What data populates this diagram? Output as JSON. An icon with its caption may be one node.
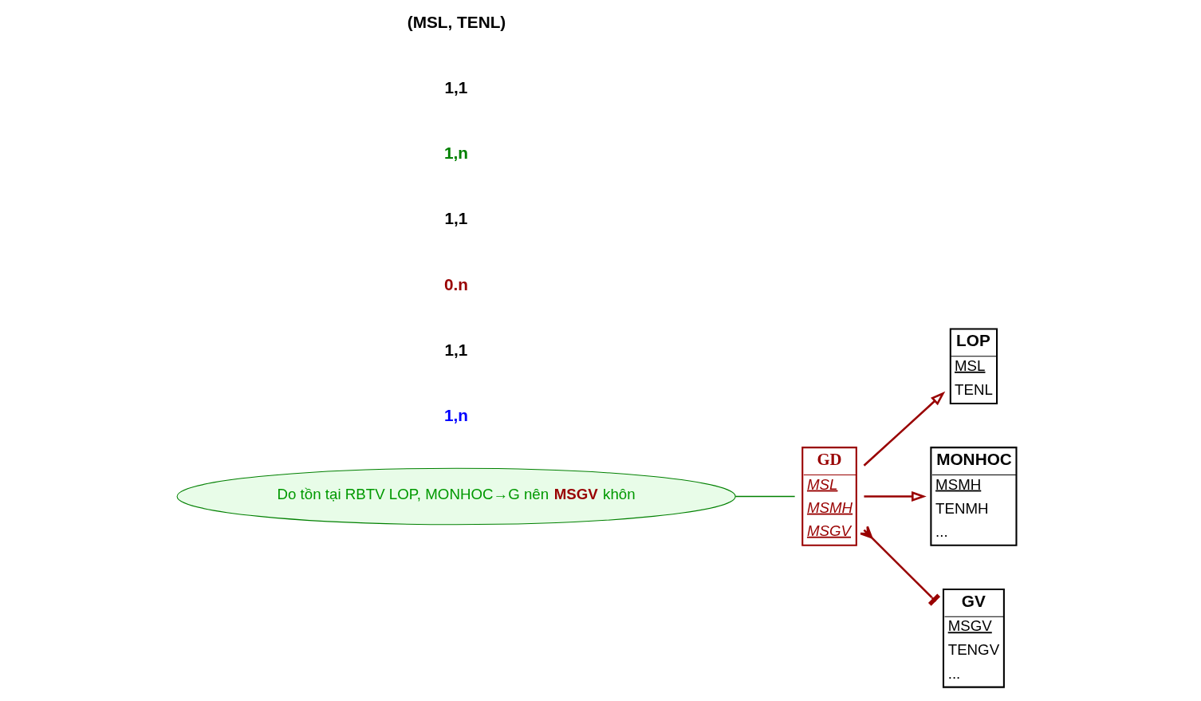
{
  "diagram": {
    "nodes": [
      {
        "text": [
          "LOP",
          "MSL",
          "TENL"
        ]
      },
      {
        "text": [
          "GD",
          "MSL",
          "MSMH",
          "MSGV"
        ]
      },
      {
        "text": [
          "MONHOC",
          "MSMH",
          "TENMH",
          "..."
        ]
      },
      {
        "text": [
          "GV",
          "MSGV",
          "TENGV",
          "..."
        ]
      },
      {
        "text": [
          "Do tồn tại RBTV LOP, MONHOC→G nên **MSGV** khôn"
        ]
      }
    ],
    "edges": [
      {
        "from": 1,
        "to": 0,
        "arrow": "to"
      },
      {
        "from": 1,
        "to": 2,
        "arrow": "to"
      },
      {
        "from": 1,
        "to": 3,
        "arrow": "other"
      },
      {
        "from": 4,
        "to": 1,
        "arrow": "none",
        "color": "#008000"
      }
    ],
    "labels": [
      "1,n",
      "1,1",
      "0.n",
      "1,1",
      "1,n",
      "1,1",
      "(MSL, TENL)"
    ]
  }
}
